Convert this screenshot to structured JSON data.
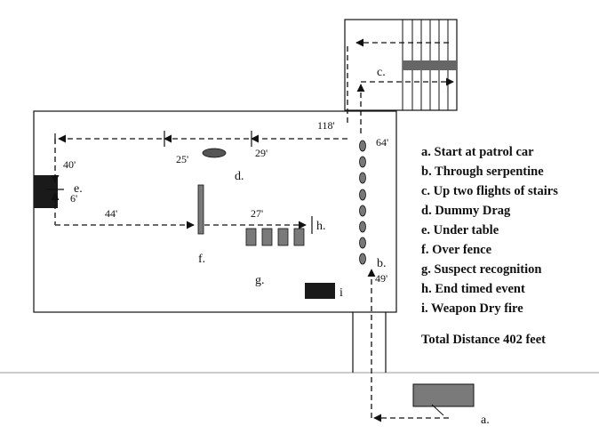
{
  "legend": {
    "items": [
      "a. Start at patrol car",
      "b. Through serpentine",
      "c.  Up two flights of stairs",
      "d.  Dummy Drag",
      "e.  Under table",
      "f.  Over fence",
      "g.  Suspect recognition",
      "h.  End timed event",
      "i.  Weapon Dry fire"
    ],
    "total": "Total Distance 402 feet"
  },
  "markers": {
    "a": "a.",
    "b": "b.",
    "c": "c.",
    "d": "d.",
    "e": "e.",
    "f": "f.",
    "g": "g.",
    "h": "h.",
    "i": "i"
  },
  "distances": {
    "d118": "118'",
    "d64": "64'",
    "d25": "25'",
    "d29": "29'",
    "d40": "40'",
    "d6": "6'",
    "d44": "44'",
    "d27": "27'",
    "d49": "49'"
  },
  "colors": {
    "ink": "#111111",
    "fill_dark": "#1a1a1a",
    "fill_gray": "#7a7a7a"
  }
}
